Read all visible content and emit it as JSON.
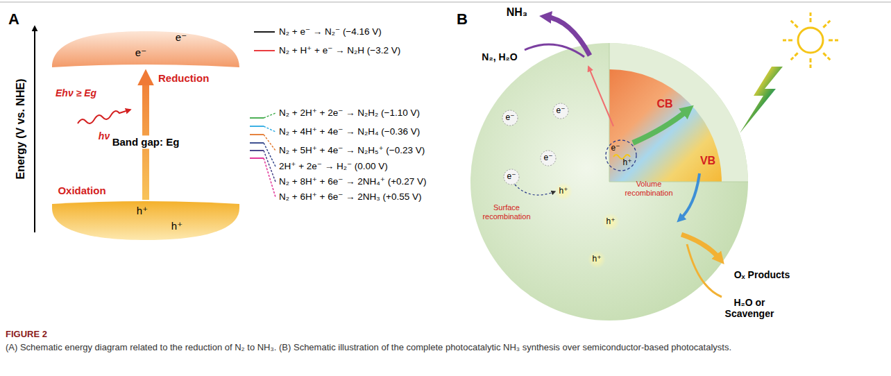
{
  "diagram": {
    "caption": "(A) Schematic energy diagram related to the reduction of N₂ to NH₃. (B) Schematic illustration of the complete photocatalytic NH₃ synthesis over semiconductor-based photocatalysts.",
    "nodes": [
      {
        "text": [
          "e⁻",
          "e⁻"
        ]
      },
      {
        "text": [
          "h⁺",
          "h⁺"
        ]
      }
    ],
    "edges": [
      {
        "from": 1,
        "to": 0,
        "arrow": "to",
        "label": "Band gap: Eg"
      }
    ],
    "labels": [
      "A",
      "Energy (V vs. NHE)",
      "Ehν ≥ Eg",
      "hν",
      "Reduction",
      "Oxidation",
      "B",
      "NH₃",
      "N₂, H₂O",
      "CB",
      "VB",
      "e⁻",
      "h⁺",
      "Volume recombination",
      "e⁻",
      "e⁻",
      "e⁻",
      "e⁻",
      "h⁺",
      "h⁺",
      "h⁺",
      "Surface recombination",
      "Oₓ Products",
      "H₂O or Scavenger",
      "FIGURE 2"
    ],
    "legend": [
      {
        "text": "N₂ + e⁻ → N₂⁻ (−4.16 V)"
      },
      {
        "text": "N₂ + H⁺ + e⁻ → N₂H (−3.2 V)"
      },
      {
        "text": "N₂ + 2H⁺ + 2e⁻ → N₂H₂ (−1.10 V)"
      },
      {
        "text": "N₂ + 4H⁺ + 4e⁻ → N₂H₄ (−0.36 V)"
      },
      {
        "text": "N₂ + 5H⁺ + 4e⁻ → N₂H₅⁺ (−0.23 V)"
      },
      {
        "text": "2H⁺ + 2e⁻ → H₂⁻ (0.00 V)"
      },
      {
        "text": "N₂ + 8H⁺ + 6e⁻ → 2NH₄⁺ (+0.27 V)"
      },
      {
        "text": "N₂ + 6H⁺ + 6e⁻ → 2NH₃ (+0.55 V)"
      }
    ]
  }
}
